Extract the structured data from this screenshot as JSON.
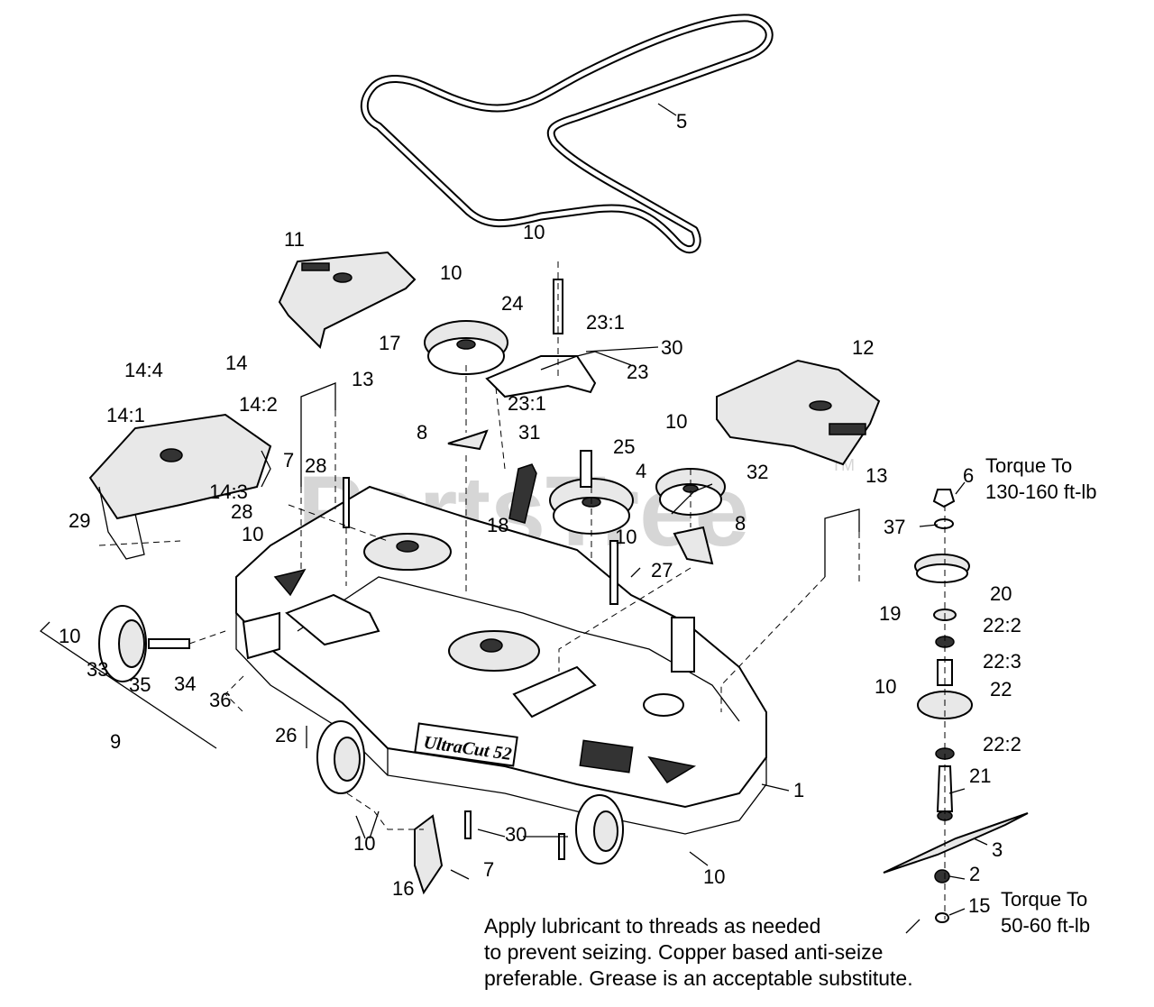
{
  "watermark": {
    "text": "PartsTree",
    "tm": "TM"
  },
  "callouts": [
    {
      "id": "c1",
      "text": "1"
    },
    {
      "id": "c2",
      "text": "2"
    },
    {
      "id": "c3",
      "text": "3"
    },
    {
      "id": "c4",
      "text": "4"
    },
    {
      "id": "c5",
      "text": "5"
    },
    {
      "id": "c6",
      "text": "6"
    },
    {
      "id": "c7a",
      "text": "7"
    },
    {
      "id": "c7b",
      "text": "7"
    },
    {
      "id": "c8a",
      "text": "8"
    },
    {
      "id": "c8b",
      "text": "8"
    },
    {
      "id": "c9",
      "text": "9"
    },
    {
      "id": "c10a",
      "text": "10"
    },
    {
      "id": "c10b",
      "text": "10"
    },
    {
      "id": "c10c",
      "text": "10"
    },
    {
      "id": "c10d",
      "text": "10"
    },
    {
      "id": "c10e",
      "text": "10"
    },
    {
      "id": "c10f",
      "text": "10"
    },
    {
      "id": "c10g",
      "text": "10"
    },
    {
      "id": "c10h",
      "text": "10"
    },
    {
      "id": "c10i",
      "text": "10"
    },
    {
      "id": "c11",
      "text": "11"
    },
    {
      "id": "c12",
      "text": "12"
    },
    {
      "id": "c13a",
      "text": "13"
    },
    {
      "id": "c13b",
      "text": "13"
    },
    {
      "id": "c14",
      "text": "14"
    },
    {
      "id": "c14_1",
      "text": "14:1"
    },
    {
      "id": "c14_2",
      "text": "14:2"
    },
    {
      "id": "c14_3",
      "text": "14:3"
    },
    {
      "id": "c14_4",
      "text": "14:4"
    },
    {
      "id": "c15",
      "text": "15"
    },
    {
      "id": "c16",
      "text": "16"
    },
    {
      "id": "c17",
      "text": "17"
    },
    {
      "id": "c18",
      "text": "18"
    },
    {
      "id": "c19",
      "text": "19"
    },
    {
      "id": "c20",
      "text": "20"
    },
    {
      "id": "c21",
      "text": "21"
    },
    {
      "id": "c22",
      "text": "22"
    },
    {
      "id": "c22_2a",
      "text": "22:2"
    },
    {
      "id": "c22_2b",
      "text": "22:2"
    },
    {
      "id": "c22_3",
      "text": "22:3"
    },
    {
      "id": "c23",
      "text": "23"
    },
    {
      "id": "c23_1a",
      "text": "23:1"
    },
    {
      "id": "c23_1b",
      "text": "23:1"
    },
    {
      "id": "c24",
      "text": "24"
    },
    {
      "id": "c25",
      "text": "25"
    },
    {
      "id": "c26",
      "text": "26"
    },
    {
      "id": "c27",
      "text": "27"
    },
    {
      "id": "c28a",
      "text": "28"
    },
    {
      "id": "c28b",
      "text": "28"
    },
    {
      "id": "c29",
      "text": "29"
    },
    {
      "id": "c30a",
      "text": "30"
    },
    {
      "id": "c30b",
      "text": "30"
    },
    {
      "id": "c31",
      "text": "31"
    },
    {
      "id": "c32",
      "text": "32"
    },
    {
      "id": "c33",
      "text": "33"
    },
    {
      "id": "c34",
      "text": "34"
    },
    {
      "id": "c35",
      "text": "35"
    },
    {
      "id": "c36",
      "text": "36"
    },
    {
      "id": "c37",
      "text": "37"
    }
  ],
  "torque_notes": [
    {
      "line1": "Torque To",
      "line2": "130-160 ft-lb"
    },
    {
      "line1": "Torque To",
      "line2": "50-60 ft-lb"
    }
  ],
  "deck_decal": "UltraCut 52",
  "footnote": [
    "Apply lubricant to threads as needed",
    "to prevent seizing. Copper based anti-seize",
    "preferable. Grease is an acceptable substitute."
  ]
}
